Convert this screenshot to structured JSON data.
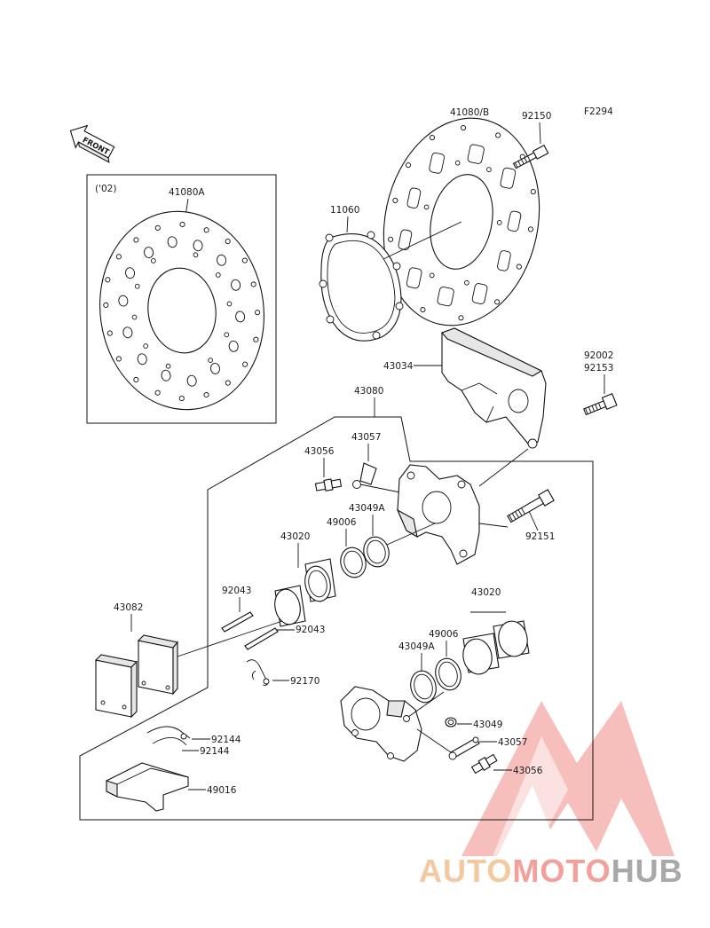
{
  "figure_code": "F2294",
  "direction_label": "FRONT",
  "variant_note": "('02)",
  "watermark": {
    "part1": "AUTO",
    "part2": "MOTO",
    "part3": "HUB",
    "colors": {
      "auto": "#f5c9a0",
      "moto": "#f4a09a",
      "hub": "#a9a9a9",
      "triangle": "#f08a84"
    }
  },
  "labels": {
    "disc_b": "41080/B",
    "bolt_disc": "92150",
    "gasket": "11060",
    "disc_02": "41080A",
    "caliper_bracket": "43034",
    "bolt_top": "92002",
    "bolt_top2": "92153",
    "caliper_assy": "43080",
    "bleeder_top": "43056",
    "cap_top": "43057",
    "seal_top": "43049A",
    "bolt_caliper": "92151",
    "dust_seal_top": "49006",
    "piston_top": "43020",
    "pin_1": "92043",
    "pin_2": "92043",
    "pad_set": "43082",
    "clip": "92170",
    "piston_bottom": "43020",
    "dust_seal_bottom": "49006",
    "seal_bottom": "43049A",
    "cap_ring": "43049",
    "cap_bottom": "43057",
    "bleeder_bottom": "43056",
    "spring_1": "92144",
    "spring_2": "92144",
    "pad_spring": "49016"
  }
}
